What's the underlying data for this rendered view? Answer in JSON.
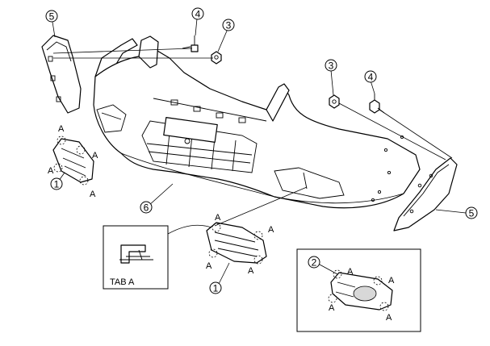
{
  "diagram": {
    "callouts": {
      "bumper_fascia": "6",
      "grille_left": "1",
      "grille_center": "1",
      "grille_detail": "2",
      "nut_left": "3",
      "nut_right": "3",
      "bolt_left": "4",
      "bolt_right": "4",
      "side_bracket_left": "5",
      "side_bracket_right": "5"
    },
    "tab_marker": "A",
    "inset_caption": "TAB A"
  }
}
